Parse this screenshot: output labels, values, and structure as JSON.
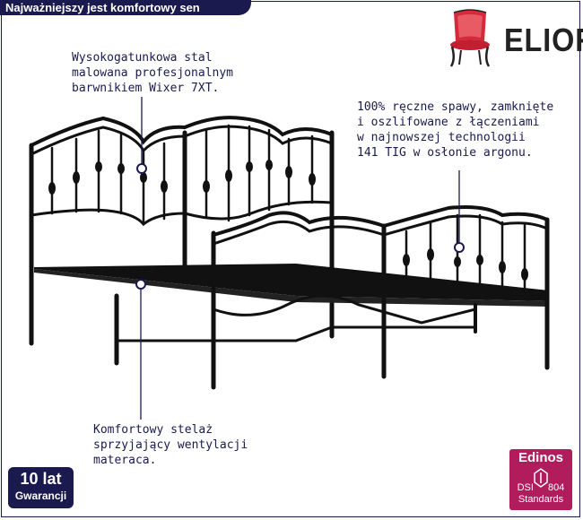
{
  "header": {
    "title": "Najważniejszy jest komfortowy sen"
  },
  "brand": {
    "name": "ELIOR"
  },
  "callouts": {
    "steel": "Wysokogatunkowa stal\nmalowana profesjonalnym\nbarwnikiem Wixer 7XT.",
    "welds": "100% ręczne spawy, zamknięte\ni oszlifowane z łączeniami\nw najnowszej technologii\n141 TIG w osłonie argonu.",
    "frame": "Komfortowy stelaż\nsprzyjający wentylacji\nmateraca."
  },
  "warranty": {
    "years": "10 lat",
    "label": "Gwarancji"
  },
  "certificate": {
    "name": "Edinos",
    "code_left": "DSI",
    "code_right": "804",
    "label": "Standards"
  },
  "colors": {
    "navy": "#1a1a4e",
    "badge": "#b01c5c",
    "chair_red": "#d42a3a"
  }
}
